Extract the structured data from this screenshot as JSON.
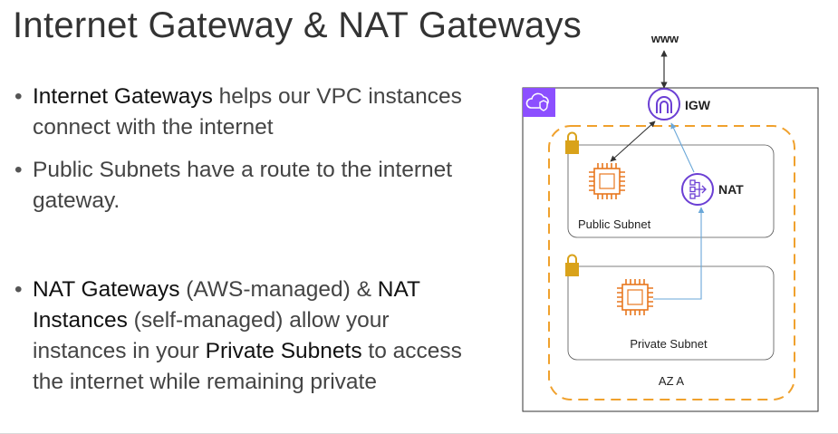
{
  "title": "Internet Gateway & NAT Gateways",
  "bullets": [
    {
      "segments": [
        {
          "text": "Internet Gateways",
          "emph": true
        },
        {
          "text": " helps our VPC instances connect with the internet",
          "emph": false
        }
      ]
    },
    {
      "segments": [
        {
          "text": "Public Subnets have a route to the internet gateway.",
          "emph": false
        }
      ]
    },
    {
      "segments": [
        {
          "text": "NAT Gateways",
          "emph": true
        },
        {
          "text": " (AWS-managed) & ",
          "emph": false
        },
        {
          "text": "NAT Instances",
          "emph": true
        },
        {
          "text": " (self-managed) allow your instances in your ",
          "emph": false
        },
        {
          "text": "Private Subnets",
          "emph": true
        },
        {
          "text": " to access the internet while remaining private",
          "emph": false
        }
      ]
    }
  ],
  "diagram": {
    "www_label": "www",
    "igw_label": "IGW",
    "nat_label": "NAT",
    "public_subnet_label": "Public Subnet",
    "private_subnet_label": "Private Subnet",
    "az_label": "AZ A"
  },
  "colors": {
    "vpc_badge": "#8c4fff",
    "igw_nat_purple": "#6b3fd4",
    "ec2_orange": "#e8771e",
    "az_border_orange": "#f0a12d",
    "lock_gold": "#d9a21a",
    "route_blue": "#6aa7d8"
  }
}
